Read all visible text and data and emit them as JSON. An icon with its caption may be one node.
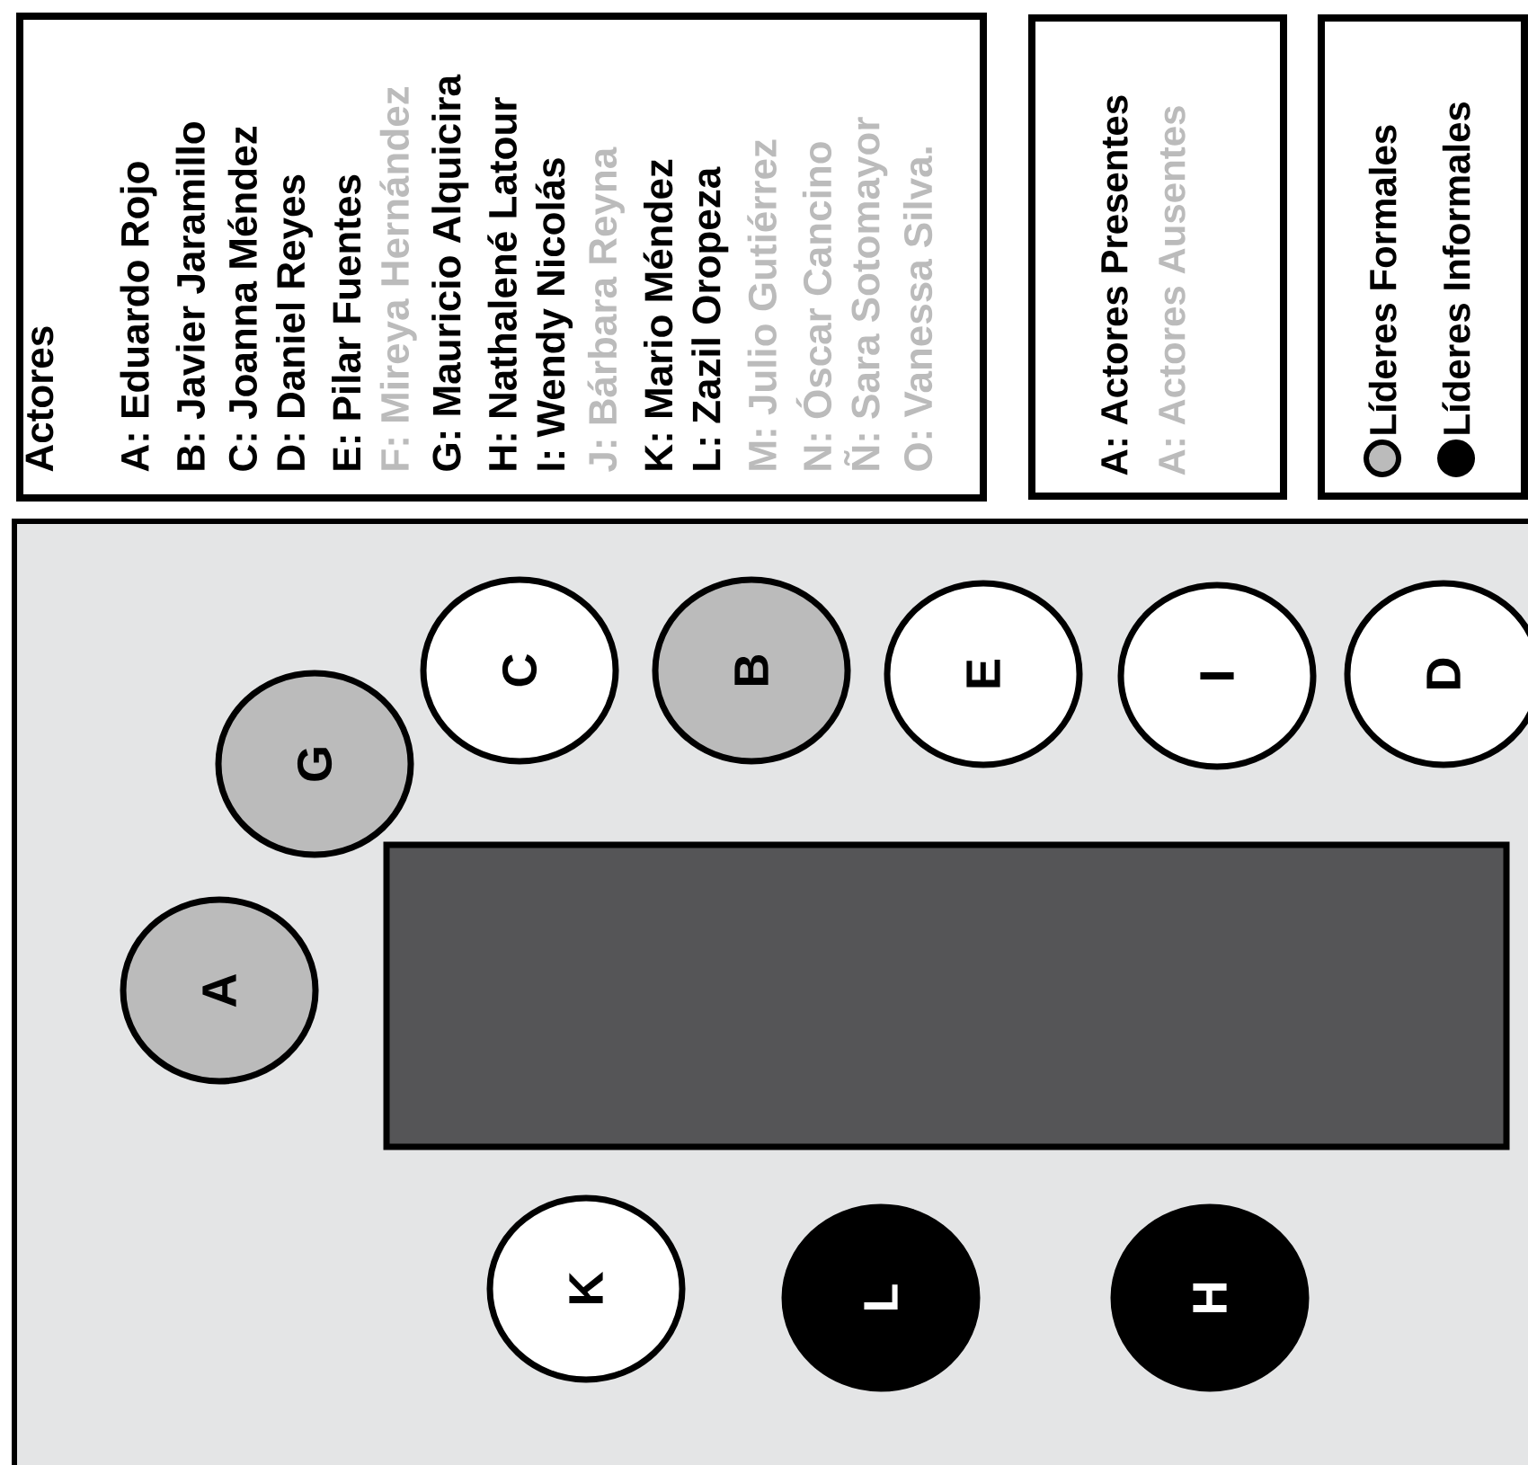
{
  "diagram": {
    "nodes": [
      {
        "text": [
          "Actores",
          "A: Eduardo Rojo",
          "B: Javier Jaramillo",
          "C: Joanna Méndez",
          "D: Daniel Reyes",
          "E: Pilar Fuentes",
          "F: Mireya Hernández",
          "G: Mauricio Alquicira",
          "H: Nathalené Latour",
          "I: Wendy Nicolás",
          "J: Bárbara Reyna",
          "K: Mario Méndez",
          "L: Zazil Oropeza",
          "M: Julio Gutiérrez",
          "N: Óscar Cancino",
          "Ñ: Sara Sotomayor",
          "O: Vanessa Silva."
        ]
      },
      {
        "text": [],
        "shape": "box"
      },
      {
        "text": [],
        "shape": "box",
        "in": 1
      },
      {
        "text": [
          "A"
        ],
        "in": 1
      },
      {
        "text": [
          "G"
        ],
        "in": 1
      },
      {
        "text": [
          "C"
        ],
        "in": 1
      },
      {
        "text": [
          "B"
        ],
        "in": 1
      },
      {
        "text": [
          "E"
        ],
        "in": 1
      },
      {
        "text": [
          "I"
        ],
        "in": 1
      },
      {
        "text": [
          "D"
        ],
        "in": 1
      },
      {
        "text": [
          "K"
        ],
        "in": 1
      },
      {
        "text": [
          "L"
        ],
        "in": 1
      },
      {
        "text": [
          "H"
        ],
        "in": 1
      }
    ],
    "legend": [
      {
        "text": "A: Actores Presentes",
        "color": "#000000"
      },
      {
        "text": "A: Actores Ausentes",
        "color": "#bbbbbb"
      },
      {
        "text": "Líderes Formales",
        "color": "#bbbbbb"
      },
      {
        "text": "Líderes Informales",
        "color": "#000000"
      }
    ]
  }
}
